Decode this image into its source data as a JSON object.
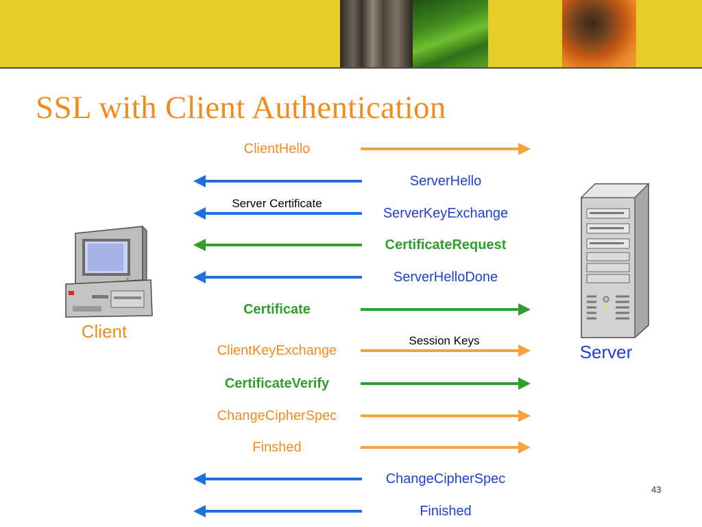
{
  "slide": {
    "title": "SSL with Client Authentication",
    "page_number": "43"
  },
  "nodes": {
    "client": "Client",
    "server": "Server"
  },
  "colors": {
    "orange": "#f7a23c",
    "orange_text": "#f08c1e",
    "blue": "#1f6fe0",
    "blue_text": "#1f3fcf",
    "green": "#2f9e2a",
    "green_text": "#2f9e2a"
  },
  "messages": [
    {
      "label": "ClientHello",
      "direction": "to-server",
      "color": "orange",
      "bold": false,
      "note": ""
    },
    {
      "label": "ServerHello",
      "direction": "to-client",
      "color": "blue",
      "bold": false,
      "note": ""
    },
    {
      "label": "ServerKeyExchange",
      "direction": "to-client",
      "color": "blue",
      "bold": false,
      "note": "Server Certificate"
    },
    {
      "label": "CertificateRequest",
      "direction": "to-client",
      "color": "green",
      "bold": true,
      "note": ""
    },
    {
      "label": "ServerHelloDone",
      "direction": "to-client",
      "color": "blue",
      "bold": false,
      "note": ""
    },
    {
      "label": "Certificate",
      "direction": "to-server",
      "color": "green",
      "bold": true,
      "note": ""
    },
    {
      "label": "ClientKeyExchange",
      "direction": "to-server",
      "color": "orange",
      "bold": false,
      "note": "Session Keys"
    },
    {
      "label": "CertificateVerify",
      "direction": "to-server",
      "color": "green",
      "bold": true,
      "note": ""
    },
    {
      "label": "ChangeCipherSpec",
      "direction": "to-server",
      "color": "orange",
      "bold": false,
      "note": ""
    },
    {
      "label": "Finshed",
      "direction": "to-server",
      "color": "orange",
      "bold": false,
      "note": ""
    },
    {
      "label": "ChangeCipherSpec",
      "direction": "to-client",
      "color": "blue",
      "bold": false,
      "note": ""
    },
    {
      "label": "Finished",
      "direction": "to-client",
      "color": "blue",
      "bold": false,
      "note": ""
    }
  ]
}
